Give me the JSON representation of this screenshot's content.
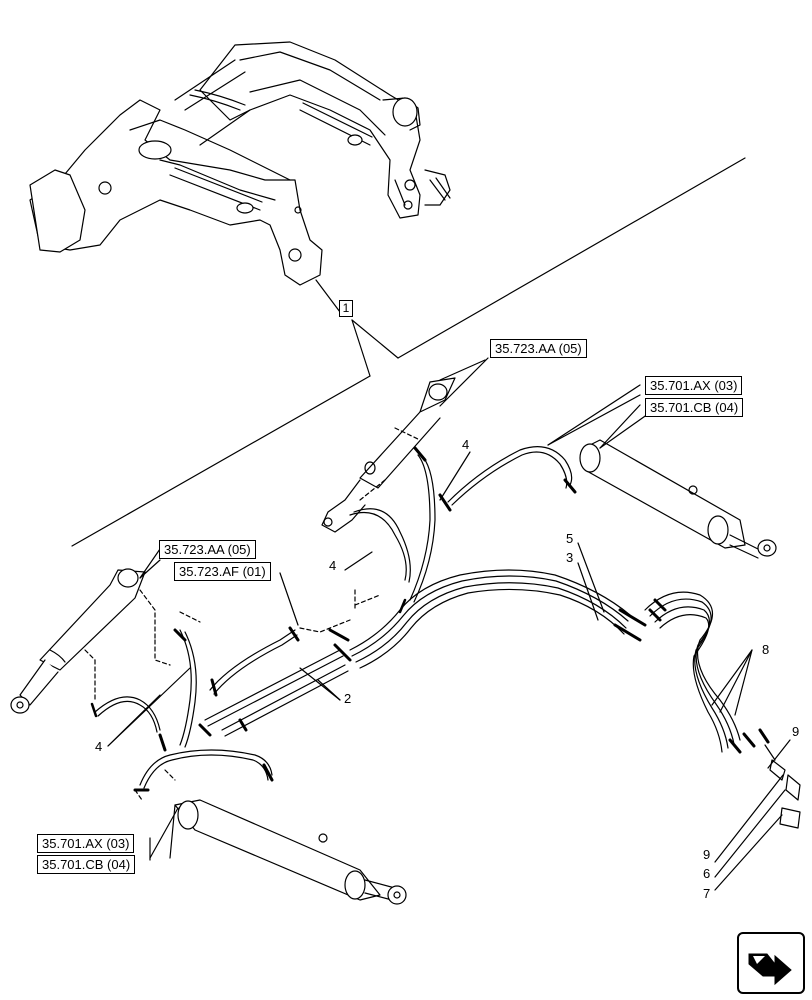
{
  "diagram": {
    "assembly_callout": "1",
    "reference_boxes": {
      "ref_723_aa_top": "35.723.AA (05)",
      "ref_701_ax_right": "35.701.AX (03)",
      "ref_701_cb_right": "35.701.CB (04)",
      "ref_723_aa_left": "35.723.AA (05)",
      "ref_723_af": "35.723.AF (01)",
      "ref_701_ax_bottom": "35.701.AX (03)",
      "ref_701_cb_bottom": "35.701.CB (04)"
    },
    "callouts": {
      "c4_top": "4",
      "c4_mid": "4",
      "c4_left": "4",
      "c5": "5",
      "c3": "3",
      "c2": "2",
      "c8": "8",
      "c9_right": "9",
      "c9_left": "9",
      "c6": "6",
      "c7": "7"
    },
    "nav_icon": "next-page-arrow-icon"
  }
}
